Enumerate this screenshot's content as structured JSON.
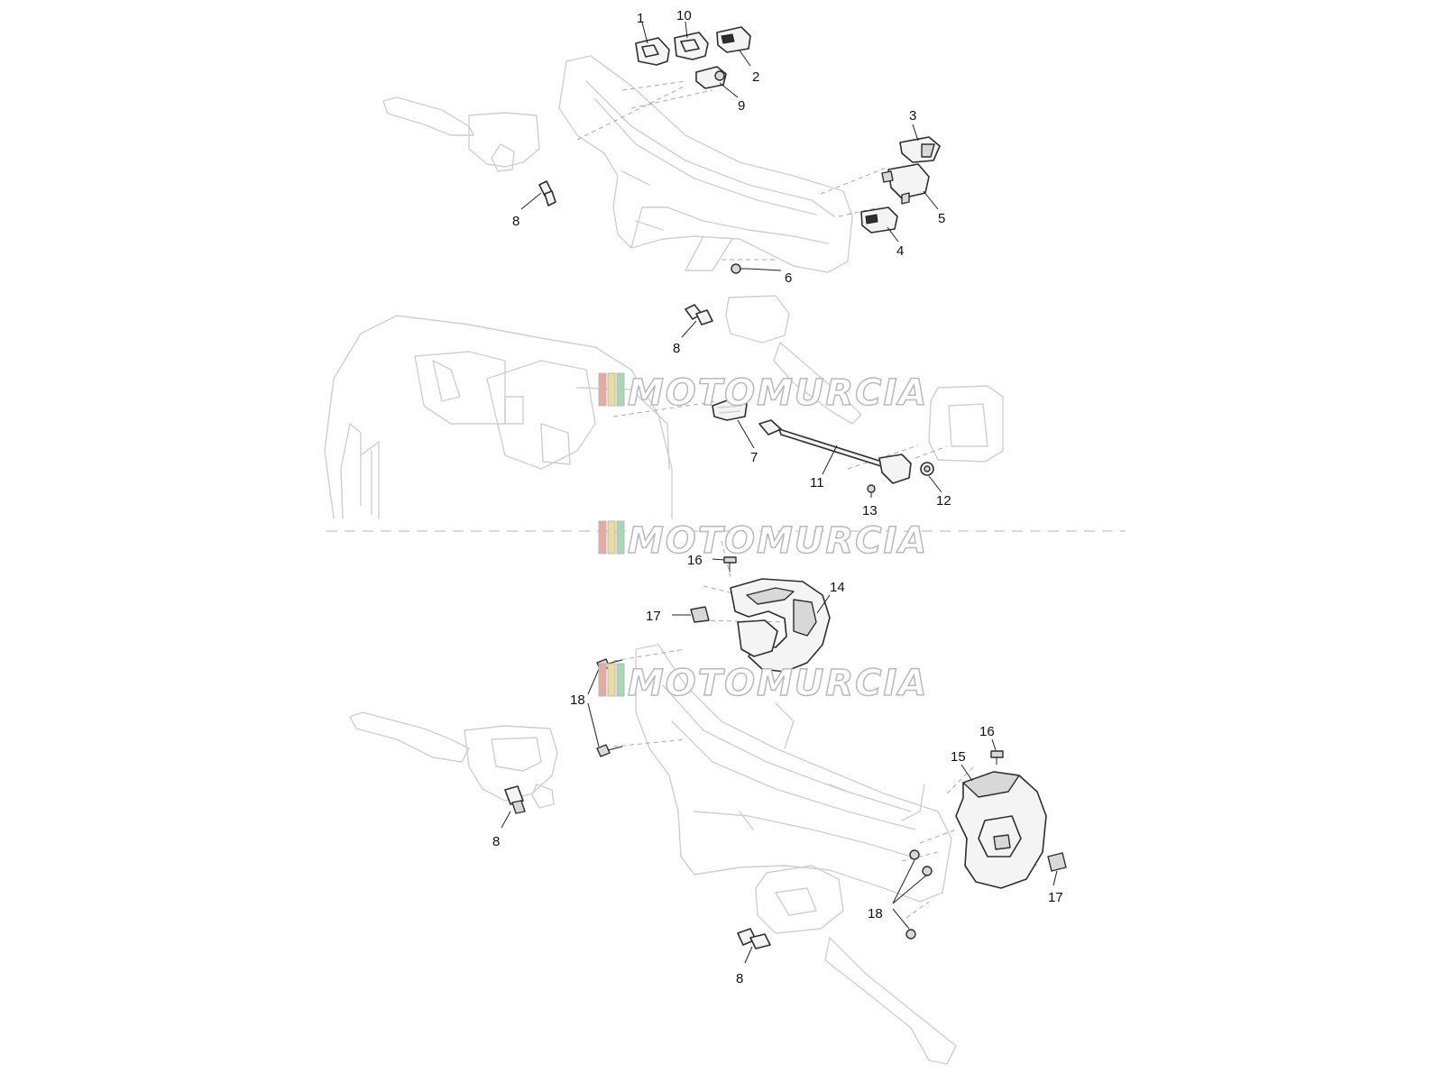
{
  "watermark": {
    "text": "MOTOMURCIA",
    "colors": {
      "letters": "#ffffff",
      "outline": "#b9b9b9",
      "stripe_red": "#e8a9a3",
      "stripe_yellow": "#ecdc9a",
      "stripe_green": "#a9d6b4"
    }
  },
  "callouts": {
    "top_1": "1",
    "top_10": "10",
    "top_2": "2",
    "top_9": "9",
    "top_3": "3",
    "top_5": "5",
    "top_4": "4",
    "top_6": "6",
    "top_8": "8",
    "mid_8": "8",
    "mid_7": "7",
    "mid_11": "11",
    "mid_12": "12",
    "mid_13": "13",
    "bot_16a": "16",
    "bot_14": "14",
    "bot_17a": "17",
    "bot_18a": "18",
    "bot_8a": "8",
    "bot_16b": "16",
    "bot_15": "15",
    "bot_17b": "17",
    "bot_18b": "18",
    "bot_8b": "8"
  }
}
